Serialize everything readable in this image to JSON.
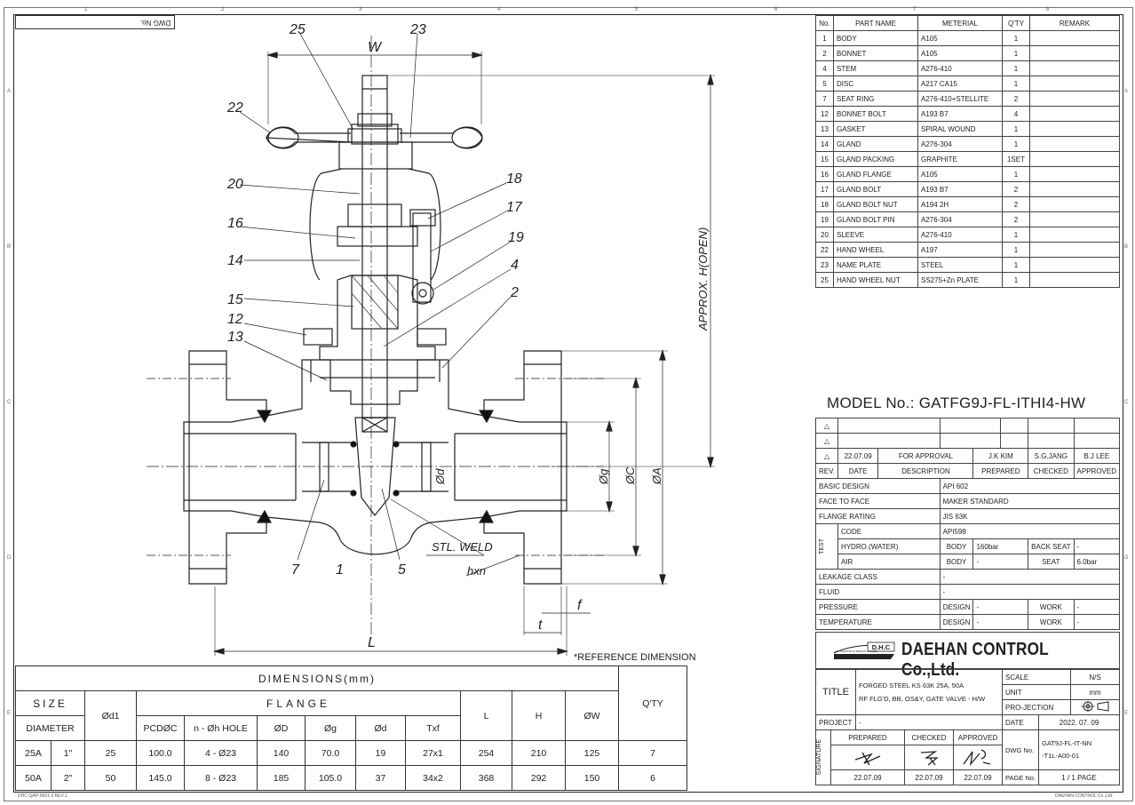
{
  "sheet": {
    "dwg_no_label": "DWG No.",
    "zones_top": [
      "1",
      "2",
      "3",
      "4",
      "5",
      "6",
      "7",
      "8"
    ],
    "zones_side": [
      "A",
      "B",
      "C",
      "D",
      "E"
    ],
    "footer_left": "DHC-QAP-0501-3 REV.1",
    "footer_right": "DAEHAN CONTROL Co.,Ltd."
  },
  "drawing": {
    "callouts": [
      "25",
      "23",
      "22",
      "20",
      "18",
      "17",
      "16",
      "19",
      "14",
      "4",
      "15",
      "2",
      "12",
      "13",
      "7",
      "1",
      "5"
    ],
    "dim_w": "W",
    "dim_h": "APPROX. H(OPEN)",
    "dim_d": "Ød",
    "dim_g": "Øg",
    "dim_c": "ØC",
    "dim_a": "ØA",
    "dim_l": "L",
    "dim_t": "t",
    "dim_f": "f",
    "dim_hxn": "hxn",
    "weld_label": "STL. WELD",
    "reference_note": "*REFERENCE DIMENSION"
  },
  "parts": {
    "headers": [
      "No.",
      "PART NAME",
      "METERIAL",
      "Q'TY",
      "REMARK"
    ],
    "rows": [
      {
        "no": "1",
        "name": "BODY",
        "material": "A105",
        "qty": "1",
        "remark": ""
      },
      {
        "no": "2",
        "name": "BONNET",
        "material": "A105",
        "qty": "1",
        "remark": ""
      },
      {
        "no": "4",
        "name": "STEM",
        "material": "A276-410",
        "qty": "1",
        "remark": ""
      },
      {
        "no": "5",
        "name": "DISC",
        "material": "A217 CA15",
        "qty": "1",
        "remark": ""
      },
      {
        "no": "7",
        "name": "SEAT RING",
        "material": "A276-410+STELLITE",
        "qty": "2",
        "remark": ""
      },
      {
        "no": "12",
        "name": "BONNET BOLT",
        "material": "A193 B7",
        "qty": "4",
        "remark": ""
      },
      {
        "no": "13",
        "name": "GASKET",
        "material": "SPIRAL WOUND",
        "qty": "1",
        "remark": ""
      },
      {
        "no": "14",
        "name": "GLAND",
        "material": "A276-304",
        "qty": "1",
        "remark": ""
      },
      {
        "no": "15",
        "name": "GLAND PACKING",
        "material": "GRAPHITE",
        "qty": "1SET",
        "remark": ""
      },
      {
        "no": "16",
        "name": "GLAND FLANGE",
        "material": "A105",
        "qty": "1",
        "remark": ""
      },
      {
        "no": "17",
        "name": "GLAND BOLT",
        "material": "A193 B7",
        "qty": "2",
        "remark": ""
      },
      {
        "no": "18",
        "name": "GLAND BOLT NUT",
        "material": "A194 2H",
        "qty": "2",
        "remark": ""
      },
      {
        "no": "19",
        "name": "GLAND BOLT PIN",
        "material": "A276-304",
        "qty": "2",
        "remark": ""
      },
      {
        "no": "20",
        "name": "SLEEVE",
        "material": "A276-410",
        "qty": "1",
        "remark": ""
      },
      {
        "no": "22",
        "name": "HAND WHEEL",
        "material": "A197",
        "qty": "1",
        "remark": ""
      },
      {
        "no": "23",
        "name": "NAME PLATE",
        "material": "STEEL",
        "qty": "1",
        "remark": ""
      },
      {
        "no": "25",
        "name": "HAND WHEEL NUT",
        "material": "SS275+Zn PLATE",
        "qty": "1",
        "remark": ""
      }
    ]
  },
  "model": "MODEL No.: GATFG9J-FL-ITHI4-HW",
  "revision": {
    "row": {
      "rev": "",
      "date": "22.07.09",
      "description": "FOR APPROVAL",
      "prepared": "J.K KIM",
      "checked": "S.G.JANG",
      "approved": "B.J LEE"
    },
    "headers": [
      "REV.",
      "DATE",
      "DESCRIPTION",
      "PREPARED",
      "CHECKED",
      "APPROVED"
    ]
  },
  "spec": {
    "basic_design_label": "BASIC DESIGN",
    "basic_design": "API 602",
    "face_to_face_label": "FACE TO FACE",
    "face_to_face": "MAKER STANDARD",
    "flange_rating_label": "FLANGE RATING",
    "flange_rating": "JIS 63K",
    "test_label": "TEST",
    "code_label": "CODE",
    "code": "API598",
    "hydro_label": "HYDRO.(WATER)",
    "body_label": "BODY",
    "hydro_body": "160bar",
    "back_seat_label": "BACK SEAT",
    "hydro_back_seat": "-",
    "air_label": "AIR",
    "air_body": "-",
    "seat_label": "SEAT",
    "air_seat": "6.0bar",
    "leakage_label": "LEAKAGE CLASS",
    "leakage": "-",
    "fluid_label": "FLUID",
    "fluid": "-",
    "pressure_label": "PRESSURE",
    "design_label": "DESIGN",
    "pressure_design": "-",
    "work_label": "WORK",
    "pressure_work": "-",
    "temperature_label": "TEMPERATURE",
    "temperature_design": "-",
    "temperature_work": "-"
  },
  "company": {
    "logo_text": "D.H.C",
    "logo_sub": "AUTOMATION & SPECIAL VALVES",
    "name": "DAEHAN CONTROL Co.,Ltd."
  },
  "title_block": {
    "title_label": "TITLE",
    "title_line1": "FORGED STEEL KS 63K 25A, 50A",
    "title_line2": "RF FLG'D, BB, OS&Y, GATE VALVE - H/W",
    "scale_label": "SCALE",
    "scale": "N/S",
    "unit_label": "UNIT",
    "unit": "mm",
    "projection_label": "PRO-JECTION",
    "project_label": "PROJECT",
    "project": "-",
    "date_label": "DATE",
    "date": "2022. 07. 09",
    "signature_label": "SIGNATURE",
    "prepared_label": "PREPARED",
    "checked_label": "CHECKED",
    "approved_label": "APPROVED",
    "sign_dates": [
      "22.07.09",
      "22.07.09",
      "22.07.09"
    ],
    "dwg_label": "DWG No.",
    "dwg_no_1": "GAT9J-FL-IT-NN",
    "dwg_no_2": "-T1L-A00-01",
    "page_label": "PAGE No.",
    "page": "1 / 1  PAGE"
  },
  "dimensions": {
    "title": "DIMENSIONS(mm)",
    "size_label": "SIZE",
    "diameter_label": "DIAMETER",
    "d1_label": "Ød1",
    "flange_label": "FLANGE",
    "flange_cols": [
      "PCDØC",
      "n - Øh HOLE",
      "ØD",
      "Øg",
      "Ød",
      "Txf"
    ],
    "l_label": "L",
    "h_label": "H",
    "w_label": "ØW",
    "qty_label": "Q'TY",
    "rows": [
      {
        "size_a": "25A",
        "size_in": "1\"",
        "d1": "25",
        "pcd": "100.0",
        "holes": "4 - Ø23",
        "D": "140",
        "g": "70.0",
        "d": "19",
        "txf": "27x1",
        "L": "254",
        "H": "210",
        "W": "125",
        "qty": "7"
      },
      {
        "size_a": "50A",
        "size_in": "2\"",
        "d1": "50",
        "pcd": "145.0",
        "holes": "8 - Ø23",
        "D": "185",
        "g": "105.0",
        "d": "37",
        "txf": "34x2",
        "L": "368",
        "H": "292",
        "W": "150",
        "qty": "6"
      }
    ]
  }
}
